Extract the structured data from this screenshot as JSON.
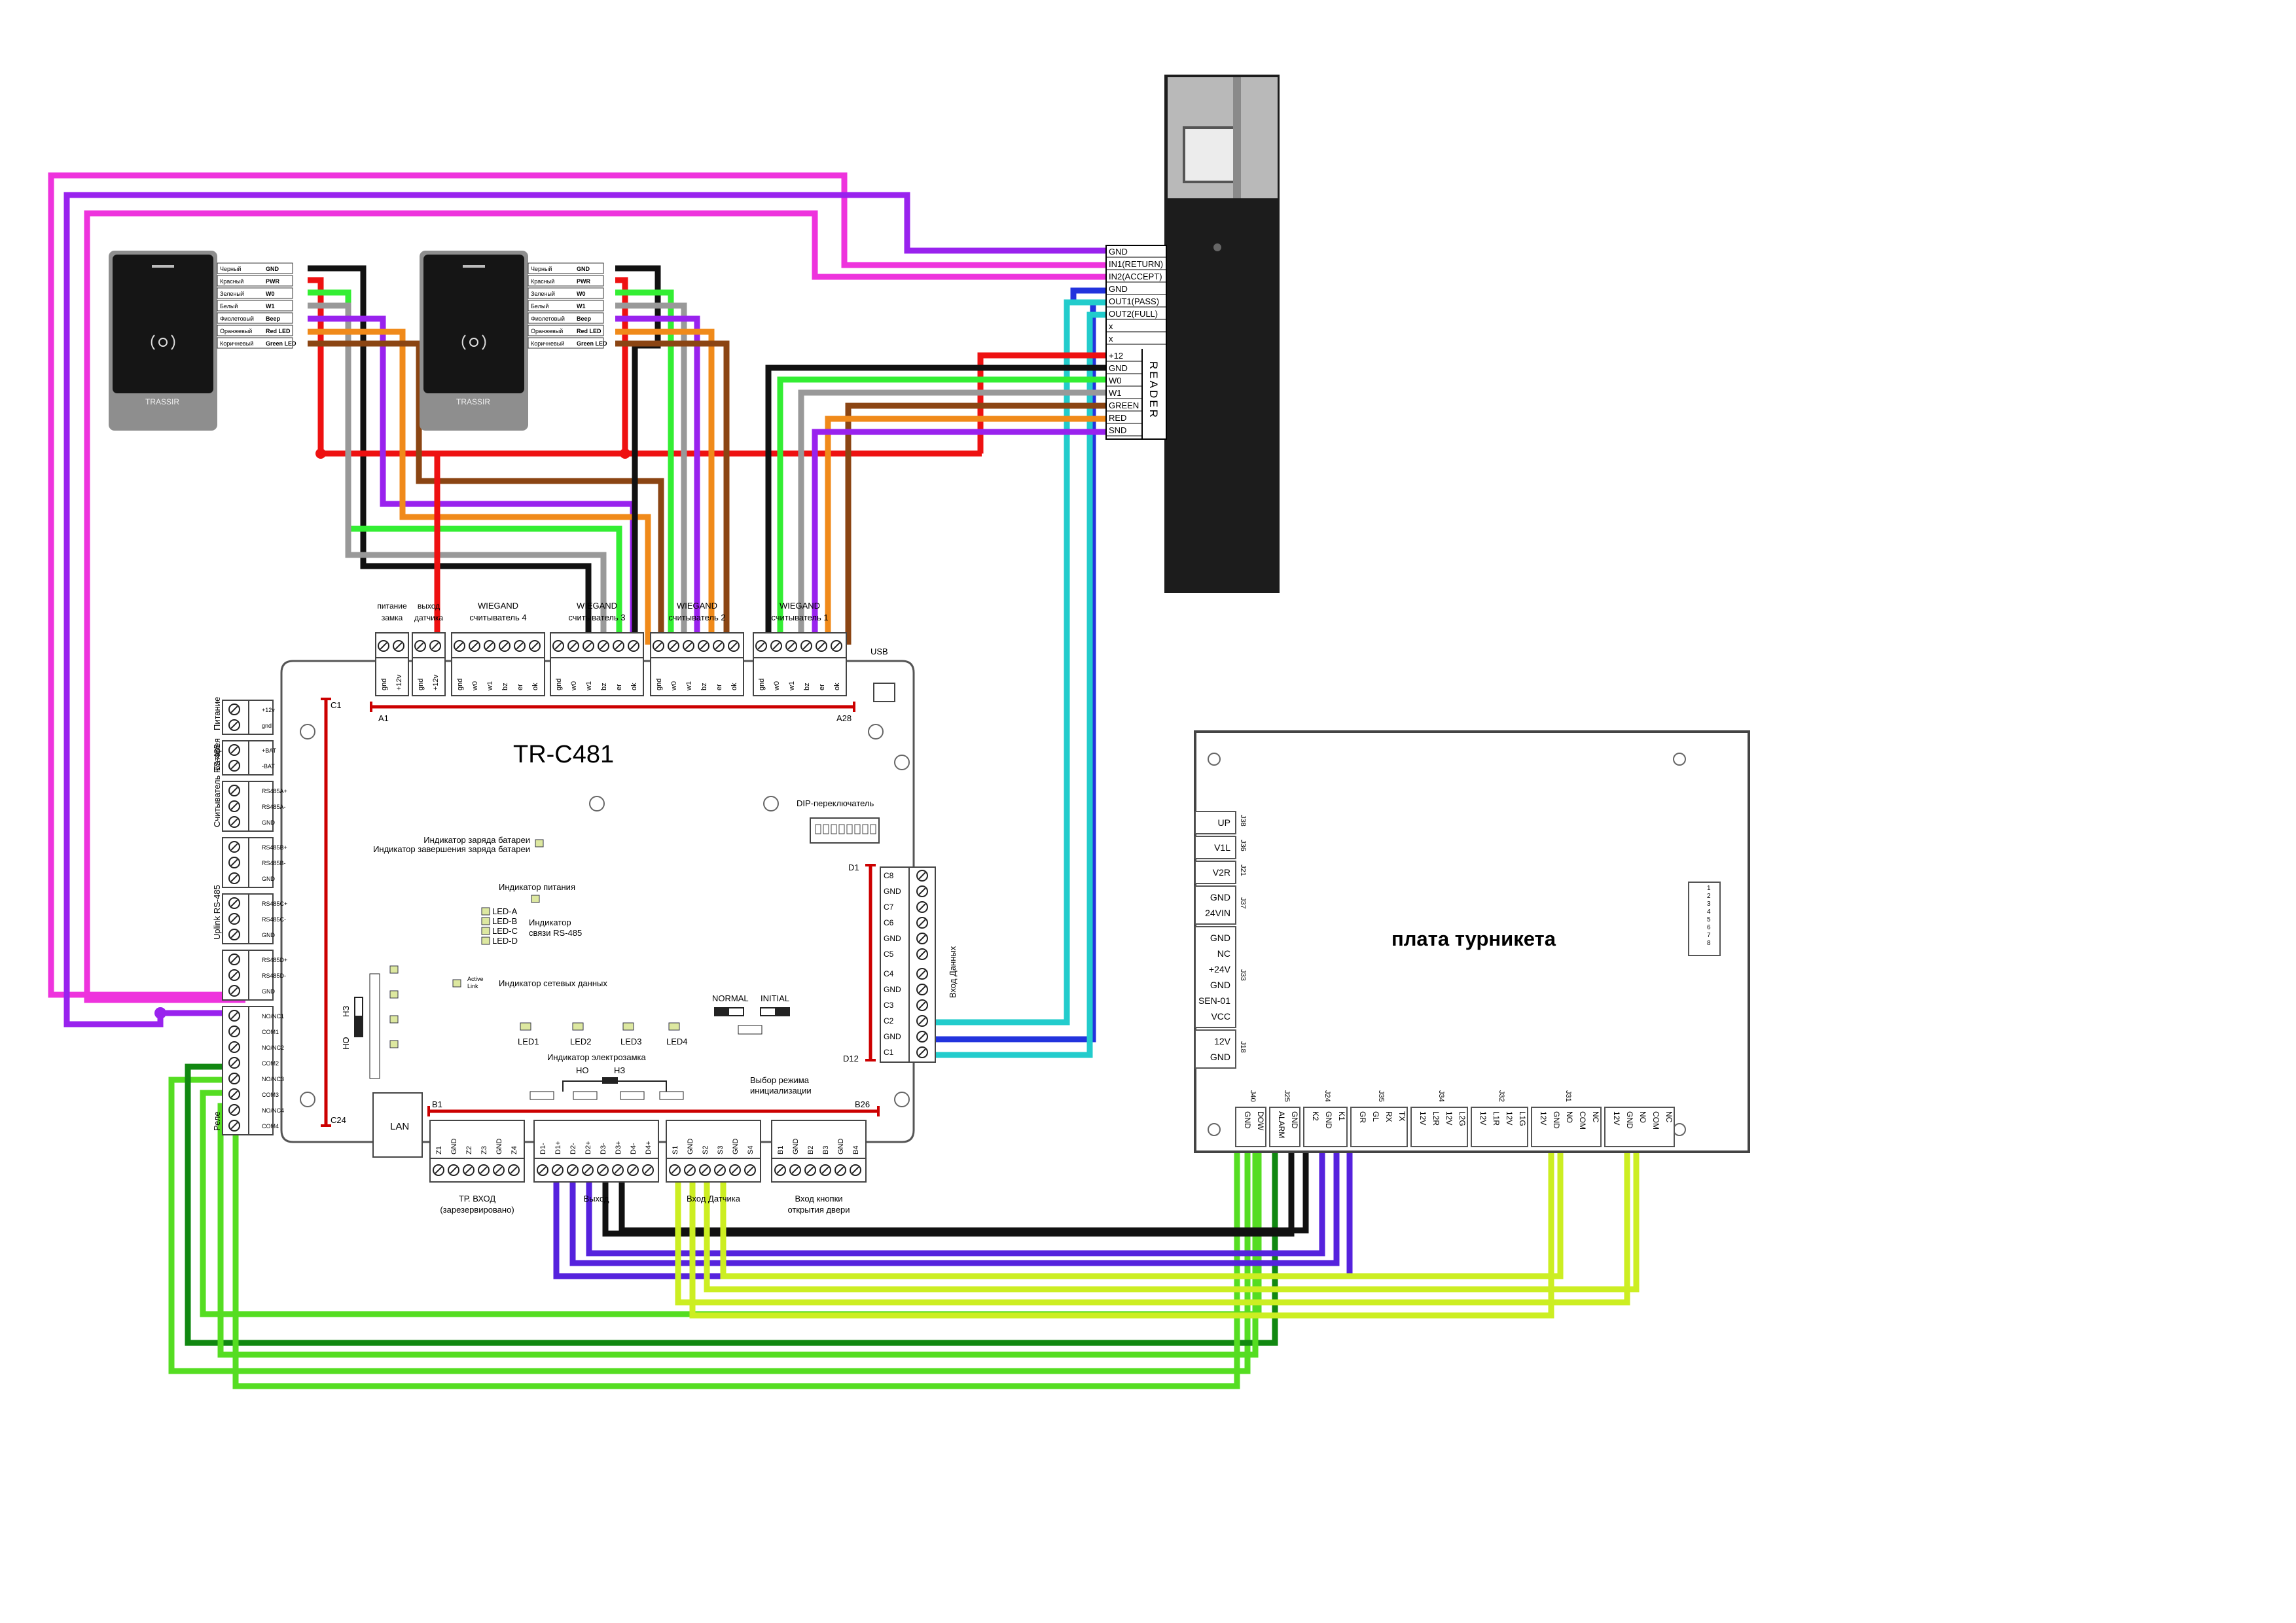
{
  "controller": {
    "model": "TR-C481",
    "usb": "USB",
    "lan": "LAN",
    "dip_label": "DIP-переключатель",
    "top_groups": [
      {
        "title": "питание замка",
        "pins": [
          "gnd",
          "+12v"
        ]
      },
      {
        "title": "выход датчика",
        "pins": [
          "gnd",
          "+12v"
        ]
      },
      {
        "title": "WIEGAND считыватель 4",
        "pins": [
          "gnd",
          "w0",
          "w1",
          "bz",
          "er",
          "ok"
        ]
      },
      {
        "title": "WIEGAND считыватель 3",
        "pins": [
          "gnd",
          "w0",
          "w1",
          "bz",
          "er",
          "ok"
        ]
      },
      {
        "title": "WIEGAND считыватель 2",
        "pins": [
          "gnd",
          "w0",
          "w1",
          "bz",
          "er",
          "ok"
        ]
      },
      {
        "title": "WIEGAND считыватель 1",
        "pins": [
          "gnd",
          "w0",
          "w1",
          "bz",
          "er",
          "ok"
        ]
      }
    ],
    "top_range": {
      "start": "A1",
      "end": "A28"
    },
    "left_range": {
      "start": "C1",
      "end": "C24"
    },
    "right_range": {
      "start": "D1",
      "end": "D12"
    },
    "bottom_range": {
      "start": "B1",
      "end": "B26"
    },
    "left_groups": [
      {
        "title": "Питание",
        "pins": [
          "+12v",
          "gnd"
        ]
      },
      {
        "title": "Батарея",
        "pins": [
          "+BAT",
          "-BAT"
        ]
      },
      {
        "title": "Считыватель RS-485",
        "pins": [
          "RS485A+",
          "RS485A-",
          "GND"
        ]
      },
      {
        "title": "",
        "pins": [
          "RS485B+",
          "RS485B-",
          "GND"
        ]
      },
      {
        "title": "Uplink RS-485",
        "pins": [
          "RS485C+",
          "RS485C-",
          "GND"
        ]
      },
      {
        "title": "",
        "pins": [
          "RS485D+",
          "RS485D-",
          "GND"
        ]
      },
      {
        "title": "Реле",
        "pins": [
          "NO/NC1",
          "COM1",
          "NO/NC2",
          "COM2",
          "NO/NC3",
          "COM3",
          "NO/NC4",
          "COM4"
        ]
      }
    ],
    "right_pins": [
      "C8",
      "GND",
      "C7",
      "C6",
      "GND",
      "C5",
      "C4",
      "GND",
      "C3",
      "C2",
      "GND",
      "C1"
    ],
    "right_title": "Вход Данных",
    "bottom_groups": [
      {
        "title": "ТР. ВХОД (зарезервировано)",
        "pins": [
          "Z1",
          "GND",
          "Z2",
          "Z3",
          "GND",
          "Z4"
        ]
      },
      {
        "title": "Выход",
        "pins": [
          "D1-",
          "D1+",
          "D2-",
          "D2+",
          "D3-",
          "D3+",
          "D4-",
          "D4+"
        ]
      },
      {
        "title": "Вход Датчика",
        "pins": [
          "S1",
          "GND",
          "S2",
          "S3",
          "GND",
          "S4"
        ]
      },
      {
        "title": "Вход кнопки открытия двери",
        "pins": [
          "B1",
          "GND",
          "B2",
          "B3",
          "GND",
          "B4"
        ]
      }
    ],
    "indicators": {
      "battery": "Индикатор заряда батареи / Индикатор завершения заряда батареи",
      "power": "Индикатор питания",
      "rs485_list": [
        "LED-A",
        "LED-B",
        "LED-C",
        "LED-D"
      ],
      "rs485": "Индикатор связи RS-485",
      "net_leds": [
        "Active",
        "Link"
      ],
      "network": "Индикатор сетевых данных",
      "lock_leds": [
        "LED1",
        "LED2",
        "LED3",
        "LED4"
      ],
      "lock": "Индикатор электрозамка",
      "normal": "NORMAL",
      "initial": "INITIAL",
      "init_mode": "Выбор режима инициализации",
      "no": "НО",
      "nc": "НЗ"
    }
  },
  "reader_module": {
    "top_pins": [
      "GND",
      "IN1(RETURN)",
      "IN2(ACCEPT)",
      "GND",
      "OUT1(PASS)",
      "OUT2(FULL)",
      "x",
      "x"
    ],
    "bottom_pins": [
      "+12",
      "GND",
      "W0",
      "W1",
      "GREEN",
      "RED",
      "SND"
    ],
    "label": "READER"
  },
  "card_readers": [
    {
      "brand": "TRASSIR",
      "wires": [
        [
          "Черный",
          "GND"
        ],
        [
          "Красный",
          "PWR"
        ],
        [
          "Зеленый",
          "W0"
        ],
        [
          "Белый",
          "W1"
        ],
        [
          "Фиолетовый",
          "Beep"
        ],
        [
          "Оранжевый",
          "Red LED"
        ],
        [
          "Коричневый",
          "Green LED"
        ]
      ]
    },
    {
      "brand": "TRASSIR",
      "wires": [
        [
          "Черный",
          "GND"
        ],
        [
          "Красный",
          "PWR"
        ],
        [
          "Зеленый",
          "W0"
        ],
        [
          "Белый",
          "W1"
        ],
        [
          "Фиолетовый",
          "Beep"
        ],
        [
          "Оранжевый",
          "Red LED"
        ],
        [
          "Коричневый",
          "Green LED"
        ]
      ]
    }
  ],
  "turnstile": {
    "title": "плата турникета",
    "left_connectors": [
      {
        "id": "J38",
        "pins": [
          "UP"
        ]
      },
      {
        "id": "J36",
        "pins": [
          "V1L"
        ]
      },
      {
        "id": "J21",
        "pins": [
          "V2R"
        ]
      },
      {
        "id": "J37",
        "pins": [
          "GND",
          "24VIN"
        ]
      },
      {
        "id": "J33",
        "pins": [
          "GND",
          "NC",
          "+24V",
          "GND",
          "SEN-01",
          "VCC"
        ]
      },
      {
        "id": "J18",
        "pins": [
          "12V",
          "GND"
        ]
      }
    ],
    "bottom_connectors": [
      {
        "id": "J40",
        "pins": [
          "GND",
          "DOW"
        ]
      },
      {
        "id": "J25",
        "pins": [
          "ALARM",
          "GND"
        ]
      },
      {
        "id": "J24",
        "pins": [
          "K2",
          "GND",
          "K1"
        ]
      },
      {
        "id": "J35",
        "pins": [
          "GR",
          "GL",
          "RX",
          "TX"
        ]
      },
      {
        "id": "J34",
        "pins": [
          "12V",
          "L2R",
          "12V",
          "L2G"
        ]
      },
      {
        "id": "J32",
        "pins": [
          "12V",
          "L1R",
          "12V",
          "L1G"
        ]
      },
      {
        "id": "J31",
        "pins": [
          "12V",
          "GND",
          "NO",
          "COM",
          "NC"
        ]
      },
      {
        "id": "",
        "pins": [
          "12V",
          "GND",
          "NO",
          "COM",
          "NC"
        ]
      }
    ],
    "side_pins": [
      "1",
      "2",
      "3",
      "4",
      "5",
      "6",
      "7",
      "8"
    ]
  },
  "colors": {
    "magenta": "#ee33dd",
    "purple": "#9922ee",
    "black": "#111111",
    "red": "#ee1111",
    "green": "#33ee33",
    "gray": "#999999",
    "orange": "#f08a1a",
    "brown": "#8b4513",
    "blue": "#2233dd",
    "cyan": "#22cccc",
    "yellow": "#ccee22",
    "darkgreen": "#118811",
    "lightgreen": "#55dd22",
    "indigo": "#5522dd",
    "board_red": "#cc0000"
  }
}
